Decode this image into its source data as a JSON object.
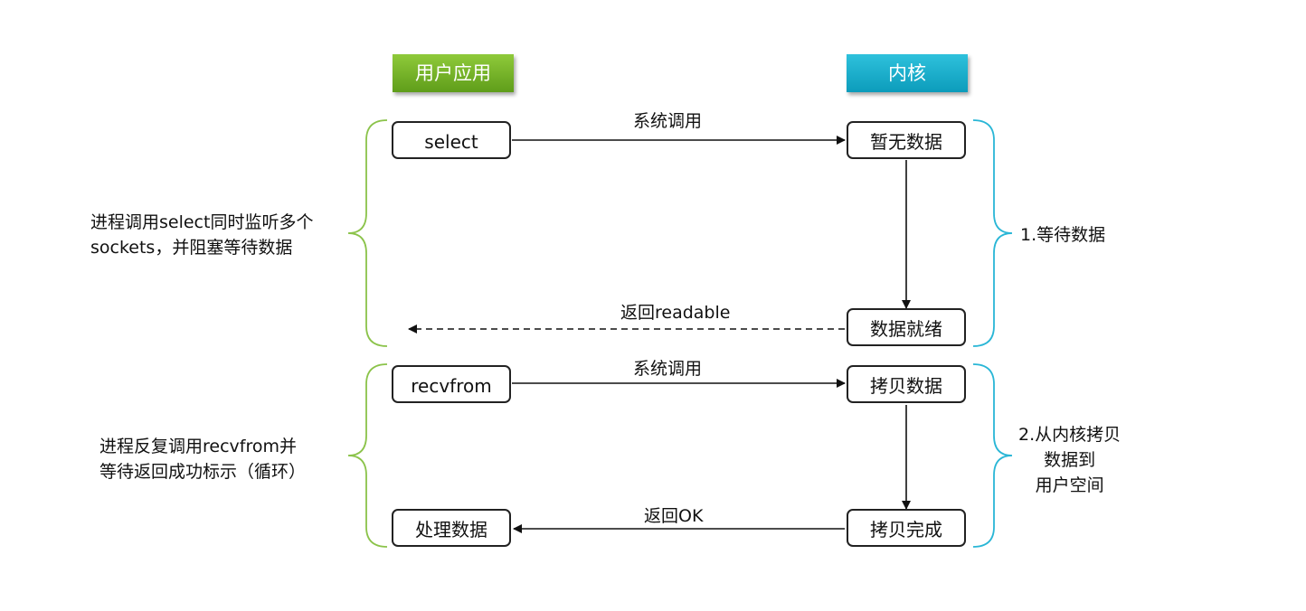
{
  "headers": {
    "user": "用户应用",
    "kernel": "内核"
  },
  "colors": {
    "user_header": "#6aaa22",
    "kernel_header": "#18a9c8",
    "brace_user": "#8bc34a",
    "brace_kernel": "#29b6d6"
  },
  "user_boxes": {
    "select": "select",
    "recvfrom": "recvfrom",
    "process": "处理数据"
  },
  "kernel_boxes": {
    "no_data": "暂无数据",
    "data_ready": "数据就绪",
    "copy_data": "拷贝数据",
    "copy_done": "拷贝完成"
  },
  "arrows": {
    "syscall_1": "系统调用",
    "return_readable": "返回readable",
    "syscall_2": "系统调用",
    "return_ok": "返回OK"
  },
  "notes": {
    "phase1_line1": "进程调用select同时监听多个",
    "phase1_line2": "sockets，并阻塞等待数据",
    "phase2_line1": "进程反复调用recvfrom并",
    "phase2_line2": "等待返回成功标示（循环）",
    "stage1": "1.等待数据",
    "stage2_line1": "2.从内核拷贝",
    "stage2_line2": "数据到",
    "stage2_line3": "用户空间"
  }
}
